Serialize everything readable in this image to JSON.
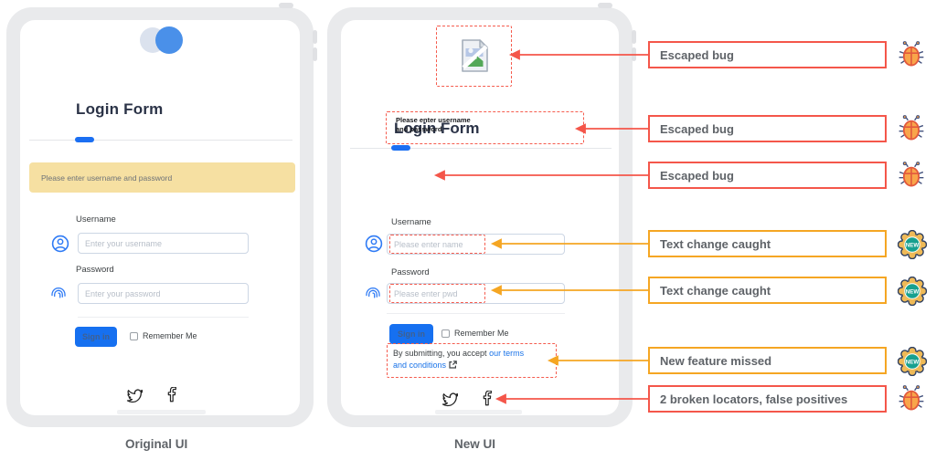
{
  "original_ui": {
    "caption": "Original UI",
    "title": "Login Form",
    "alert_message": "Please enter username and password",
    "username_label": "Username",
    "username_placeholder": "Enter your username",
    "password_label": "Password",
    "password_placeholder": "Enter your password",
    "sign_in_label": "Sign in",
    "remember_me_label": "Remember Me"
  },
  "new_ui": {
    "caption": "New UI",
    "title": "Login Form",
    "overlay_line1": "Please enter username",
    "overlay_line2": "and password",
    "username_label": "Username",
    "username_placeholder": "Please enter name",
    "password_label": "Password",
    "password_placeholder": "Please enter pwd",
    "sign_in_label": "Sign in",
    "remember_me_label": "Remember Me",
    "terms_prefix": "By submitting, you accept",
    "terms_link_line1": "our terms",
    "terms_link_line2": "and conditions"
  },
  "annotations": [
    {
      "label": "Escaped bug",
      "type": "bug",
      "color": "#f4564a"
    },
    {
      "label": "Escaped bug",
      "type": "bug",
      "color": "#f4564a"
    },
    {
      "label": "Escaped bug",
      "type": "bug",
      "color": "#f4564a"
    },
    {
      "label": "Text change caught",
      "type": "new-badge",
      "color": "#f5a623"
    },
    {
      "label": "Text change caught",
      "type": "new-badge",
      "color": "#f5a623"
    },
    {
      "label": "New feature missed",
      "type": "new-badge",
      "color": "#f5a623"
    },
    {
      "label": "2 broken locators, false positives",
      "type": "bug",
      "color": "#f4564a"
    }
  ],
  "badge_text": "NEW",
  "icons": {
    "logo": "logo-circles",
    "broken_image": "broken-image-icon",
    "username": "user-icon",
    "password": "fingerprint-icon",
    "social": [
      "twitter-icon",
      "facebook-icon"
    ],
    "bug": "bug-icon",
    "new": "new-badge-icon",
    "external_link": "external-link-icon"
  },
  "colors": {
    "accent_blue": "#1b6ff2",
    "link_blue": "#1a73e8",
    "alert_bg": "#f6e0a2",
    "annotation_red": "#f4564a",
    "annotation_orange": "#f5a623",
    "frame_gray": "#e9eaec"
  }
}
